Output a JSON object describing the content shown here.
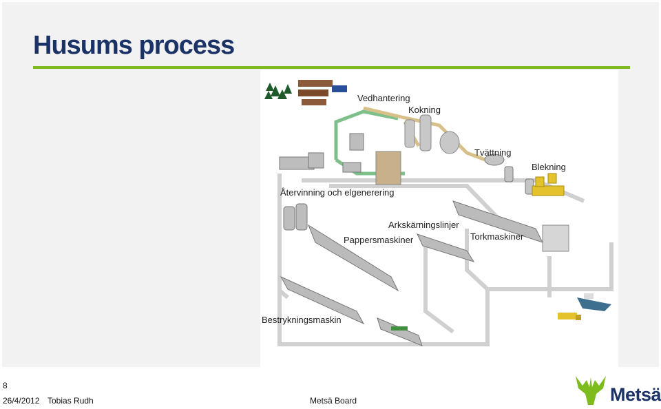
{
  "slide": {
    "title": "Husums process",
    "page_number": "8",
    "footer": {
      "date": "26/4/2012",
      "author": "Tobias Rudh",
      "company": "Metsä Board"
    },
    "logo_text": "Metsä"
  },
  "diagram": {
    "labels": {
      "vedhantering": "Vedhantering",
      "kokning": "Kokning",
      "tvattning": "Tvättning",
      "blekning": "Blekning",
      "atervinning": "Återvinning och elgenerering",
      "arkskarning": "Arkskärningslinjer",
      "pappersmaskiner": "Pappersmaskiner",
      "torkmaskiner": "Torkmaskiner",
      "bestrykning": "Bestrykningsmaskin"
    }
  },
  "colors": {
    "title": "#1a3266",
    "accent_green": "#7dbb1f",
    "pipe_grey": "#d0d0d0",
    "pipe_green": "#7fc08a",
    "pipe_tan": "#d8c08a"
  }
}
